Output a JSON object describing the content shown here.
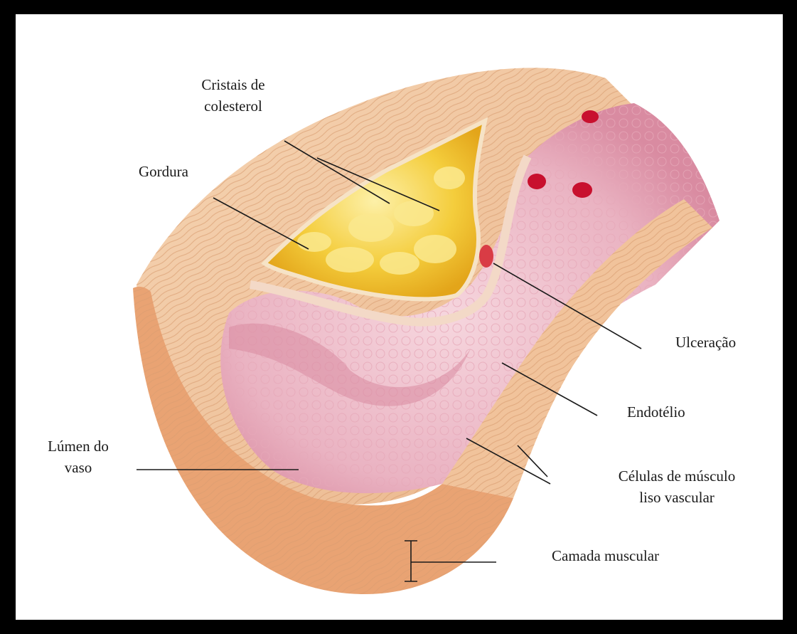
{
  "colors": {
    "frame": "#000000",
    "background": "#ffffff",
    "vessel_wall": "#f1c39b",
    "wall_cut_face": "#e9a373",
    "lumen": "#efbcc8",
    "lumen_shadow": "#d98ba1",
    "plaque_fat": "#f2c42f",
    "plaque_highlight": "#fbe98f",
    "ulceration": "#d93c45",
    "blood_spot": "#c8102e",
    "leader_line": "#1a1a1a"
  },
  "labels": {
    "cholesterol": {
      "line1": "Cristais de",
      "line2": "colesterol"
    },
    "fat": "Gordura",
    "ulceration": "Ulceração",
    "endothelium": "Endotélio",
    "lumen": {
      "line1": "Lúmen do",
      "line2": "vaso"
    },
    "smooth_muscle": {
      "line1": "Células de músculo",
      "line2": "liso vascular"
    },
    "muscle_layer": "Camada muscular"
  }
}
